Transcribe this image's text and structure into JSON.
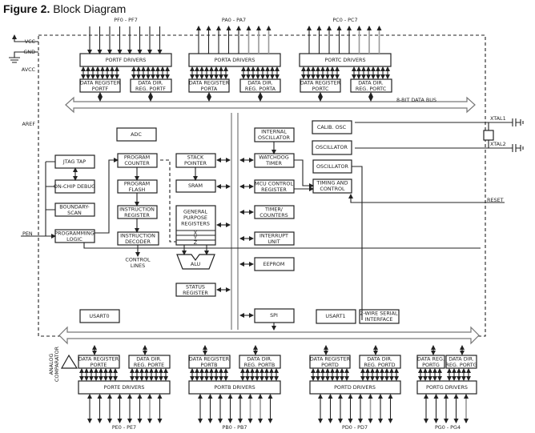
{
  "figure": {
    "number": "Figure 2.",
    "title": "Block Diagram"
  },
  "pins": {
    "vcc": "VCC",
    "gnd": "GND",
    "avcc": "AVCC",
    "aref": "AREF",
    "pen": "PEN",
    "xtal1": "XTAL1",
    "xtal2": "XTAL2",
    "reset": "RESET",
    "pf": "PF0 - PF7",
    "pa": "PA0 - PA7",
    "pc": "PC0 - PC7",
    "pe": "PE0 - PE7",
    "pb": "PB0 - PB7",
    "pd": "PD0 - PD7",
    "pg": "PG0 - PG4"
  },
  "bus": {
    "label": "8-BIT DATA BUS"
  },
  "blocks": {
    "portf_drivers": "PORTF DRIVERS",
    "porta_drivers": "PORTA DRIVERS",
    "portc_drivers": "PORTC DRIVERS",
    "dr_portf": [
      "DATA REGISTER",
      "PORTF"
    ],
    "ddr_portf": [
      "DATA DIR.",
      "REG. PORTF"
    ],
    "dr_porta": [
      "DATA REGISTER",
      "PORTA"
    ],
    "ddr_porta": [
      "DATA DIR.",
      "REG. PORTA"
    ],
    "dr_portc": [
      "DATA REGISTER",
      "PORTC"
    ],
    "ddr_portc": [
      "DATA DIR.",
      "REG. PORTC"
    ],
    "adc": "ADC",
    "jtag": "JTAG TAP",
    "debug": "ON-CHIP DEBUG",
    "bscan": [
      "BOUNDARY-",
      "SCAN"
    ],
    "proglogic": [
      "PROGRAMMING",
      "LOGIC"
    ],
    "pc": [
      "PROGRAM",
      "COUNTER"
    ],
    "flash": [
      "PROGRAM",
      "FLASH"
    ],
    "ir": [
      "INSTRUCTION",
      "REGISTER"
    ],
    "idec": [
      "INSTRUCTION",
      "DECODER"
    ],
    "ctrl_lines": [
      "CONTROL",
      "LINES"
    ],
    "sp": [
      "STACK",
      "POINTER"
    ],
    "sram": "SRAM",
    "gpr": [
      "GENERAL",
      "PURPOSE",
      "REGISTERS"
    ],
    "gpr_x": "X",
    "gpr_y": "Y",
    "gpr_z": "Z",
    "alu": "ALU",
    "sreg": [
      "STATUS",
      "REGISTER"
    ],
    "int_osc": [
      "INTERNAL",
      "OSCILLATOR"
    ],
    "wdt": [
      "WATCHDOG",
      "TIMER"
    ],
    "mcucr": [
      "MCU CONTROL",
      "REGISTER"
    ],
    "timers": [
      "TIMER/",
      "COUNTERS"
    ],
    "intunit": [
      "INTERRUPT",
      "UNIT"
    ],
    "eeprom": "EEPROM",
    "calib": "CALIB. OSC",
    "osc1": "OSCILLATOR",
    "osc2": "OSCILLATOR",
    "timing": [
      "TIMING AND",
      "CONTROL"
    ],
    "usart0": "USART0",
    "spi": "SPI",
    "usart1": "USART1",
    "twi": [
      "2-WIRE SERIAL",
      "INTERFACE"
    ],
    "anacomp": [
      "ANALOG",
      "COMPARATOR"
    ],
    "dr_porte": [
      "DATA REGISTER",
      "PORTE"
    ],
    "ddr_porte": [
      "DATA DIR.",
      "REG. PORTE"
    ],
    "dr_portb": [
      "DATA REGISTER",
      "PORTB"
    ],
    "ddr_portb": [
      "DATA DIR.",
      "REG. PORTB"
    ],
    "dr_portd": [
      "DATA REGISTER",
      "PORTD"
    ],
    "ddr_portd": [
      "DATA DIR.",
      "REG. PORTD"
    ],
    "dr_portg": [
      "DATA REG.",
      "PORTG"
    ],
    "ddr_portg": [
      "DATA DIR.",
      "REG. PORTG"
    ],
    "porte_drivers": "PORTE DRIVERS",
    "portb_drivers": "PORTB DRIVERS",
    "portd_drivers": "PORTD DRIVERS",
    "portg_drivers": "PORTG DRIVERS"
  }
}
